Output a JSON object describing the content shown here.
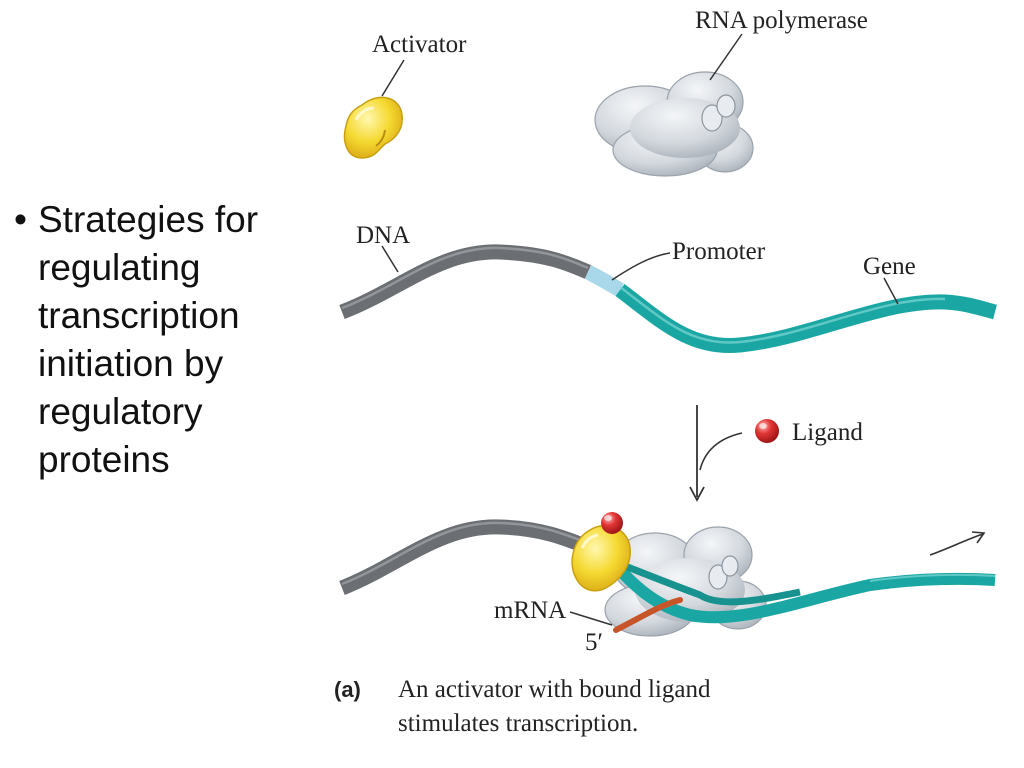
{
  "bullet": {
    "marker": "•",
    "lines": [
      "Strategies for",
      "regulating",
      "transcription",
      "initiation by",
      "regulatory",
      "proteins"
    ]
  },
  "labels": {
    "activator": "Activator",
    "rna_polymerase": "RNA polymerase",
    "dna": "DNA",
    "promoter": "Promoter",
    "gene": "Gene",
    "ligand": "Ligand",
    "mrna": "mRNA",
    "five_prime": "5′"
  },
  "caption": {
    "panel": "(a)",
    "line1": "An activator with bound ligand",
    "line2": "stimulates transcription."
  },
  "colors": {
    "activator": "#f5d931",
    "polymerase": "#d3d8de",
    "dna": "#6b6e72",
    "promoter": "#a8d8ea",
    "gene": "#1aa7a4",
    "ligand": "#d92b2b",
    "mrna": "#c8552a"
  }
}
